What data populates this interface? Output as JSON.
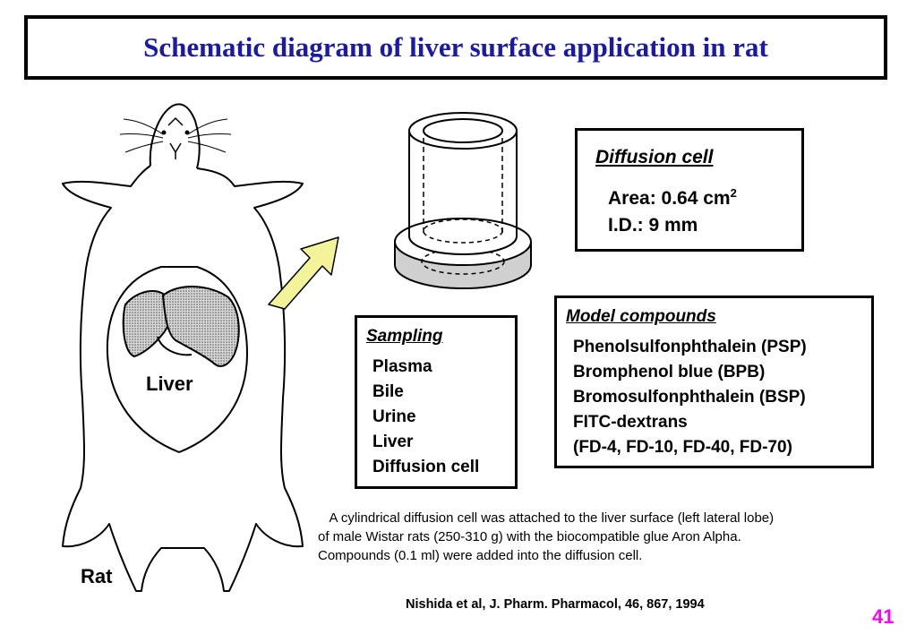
{
  "title": "Schematic diagram of liver surface application in rat",
  "diffusion_cell": {
    "heading": "Diffusion cell",
    "area_label": "Area: 0.64 cm",
    "area_sup": "2",
    "id_line": "I.D.: 9 mm"
  },
  "sampling": {
    "heading": "Sampling",
    "items": [
      "Plasma",
      "Bile",
      "Urine",
      "Liver",
      "Diffusion cell"
    ]
  },
  "model_compounds": {
    "heading": "Model compounds",
    "items": [
      "Phenolsulfonphthalein (PSP)",
      "Bromphenol blue (BPB)",
      "Bromosulfonphthalein (BSP)",
      "FITC-dextrans",
      "(FD-4, FD-10, FD-40, FD-70)"
    ]
  },
  "labels": {
    "liver": "Liver",
    "rat": "Rat"
  },
  "description": [
    "   A cylindrical diffusion cell was attached to the liver surface (left lateral lobe)",
    "of male Wistar rats (250-310 g) with the biocompatible glue Aron Alpha.",
    "Compounds (0.1 ml) were added into the diffusion cell."
  ],
  "citation": "Nishida et al, J. Pharm. Pharmacol, 46, 867, 1994",
  "page_number": "41",
  "colors": {
    "title": "#1a1aa6",
    "page_number": "#ff00ff",
    "arrow_fill": "#f3f39a",
    "liver_fill": "#bdbdbd"
  },
  "icons": [
    "rat-illustration",
    "diffusion-cell-illustration",
    "arrow-icon"
  ]
}
